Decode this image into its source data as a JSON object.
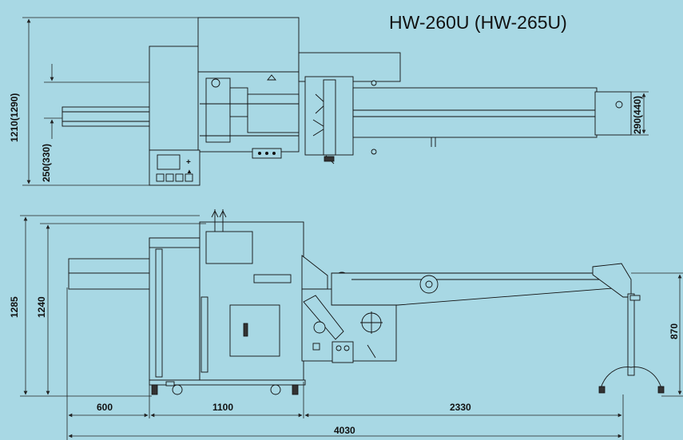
{
  "title": "HW-260U (HW-265U)",
  "top_view": {
    "dim_overall_width": "1210(1290)",
    "dim_infeed_width": "250(330)",
    "dim_outfeed_width": "290(440)"
  },
  "front_view": {
    "dim_overall_height": "1285",
    "dim_frame_height": "1240",
    "dim_conveyor_height": "870",
    "dim_infeed_length": "600",
    "dim_machine_length": "1100",
    "dim_outfeed_length": "2330",
    "dim_total_length": "4030"
  }
}
